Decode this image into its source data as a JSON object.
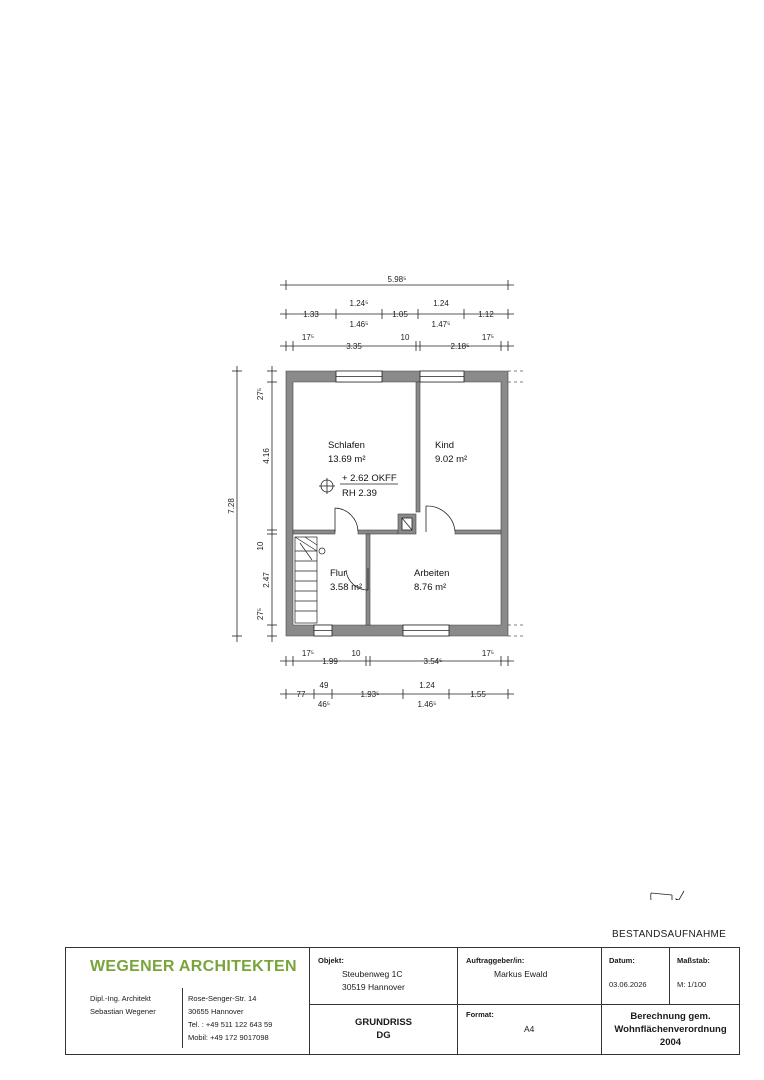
{
  "dimensions": {
    "top_overall": "5.98⁵",
    "top_row2": [
      "1.33",
      "1.24⁵",
      "1.05",
      "1.24",
      "1.12"
    ],
    "top_row2_below": [
      "1.46⁵",
      "1.47⁵"
    ],
    "top_row3": [
      "17⁵",
      "3.35",
      "10",
      "2.18⁵",
      "17⁵"
    ],
    "left_overall": "7.28",
    "left_parts": [
      "27⁵",
      "4.16",
      "10",
      "2.47",
      "27⁵"
    ],
    "bottom_row1": [
      "17⁵",
      "1.99",
      "10",
      "3.54⁵",
      "17⁵"
    ],
    "bottom_row2": [
      "77",
      "49",
      "1.93⁵",
      "1.24",
      "1.55"
    ],
    "bottom_row2_below": [
      "46⁵",
      "1.46⁵"
    ]
  },
  "rooms": [
    {
      "name": "Schlafen",
      "area": "13.69 m²"
    },
    {
      "name": "Kind",
      "area": "9.02 m²"
    },
    {
      "name": "Flur",
      "area": "3.58 m²"
    },
    {
      "name": "Arbeiten",
      "area": "8.76 m²"
    }
  ],
  "level_marker": {
    "okff": "+ 2.62 OKFF",
    "rh": "RH 2.39"
  },
  "stamp": "BESTANDSAUFNAHME",
  "title_block": {
    "firm_name": "WEGENER ARCHITEKTEN",
    "architect_title": "Dipl.-Ing. Architekt",
    "architect_name": "Sebastian Wegener",
    "street": "Rose-Senger-Str. 14",
    "city": "30655 Hannover",
    "tel": "Tel. : +49 511 122 643 59",
    "mobil": "Mobil: +49 172 9017098",
    "objekt_label": "Objekt:",
    "objekt_street": "Steubenweg 1C",
    "objekt_city": "30519 Hannover",
    "plan_title_1": "GRUNDRISS",
    "plan_title_2": "DG",
    "client_label": "Auftraggeber/in:",
    "client_name": "Markus Ewald",
    "format_label": "Format:",
    "format_value": "A4",
    "date_label": "Datum:",
    "date_value": "03.06.2026",
    "scale_label": "Maßstab:",
    "scale_value": "M: 1/100",
    "calc_1": "Berechnung gem.",
    "calc_2": "Wohnflächenverordnung",
    "calc_3": "2004"
  }
}
